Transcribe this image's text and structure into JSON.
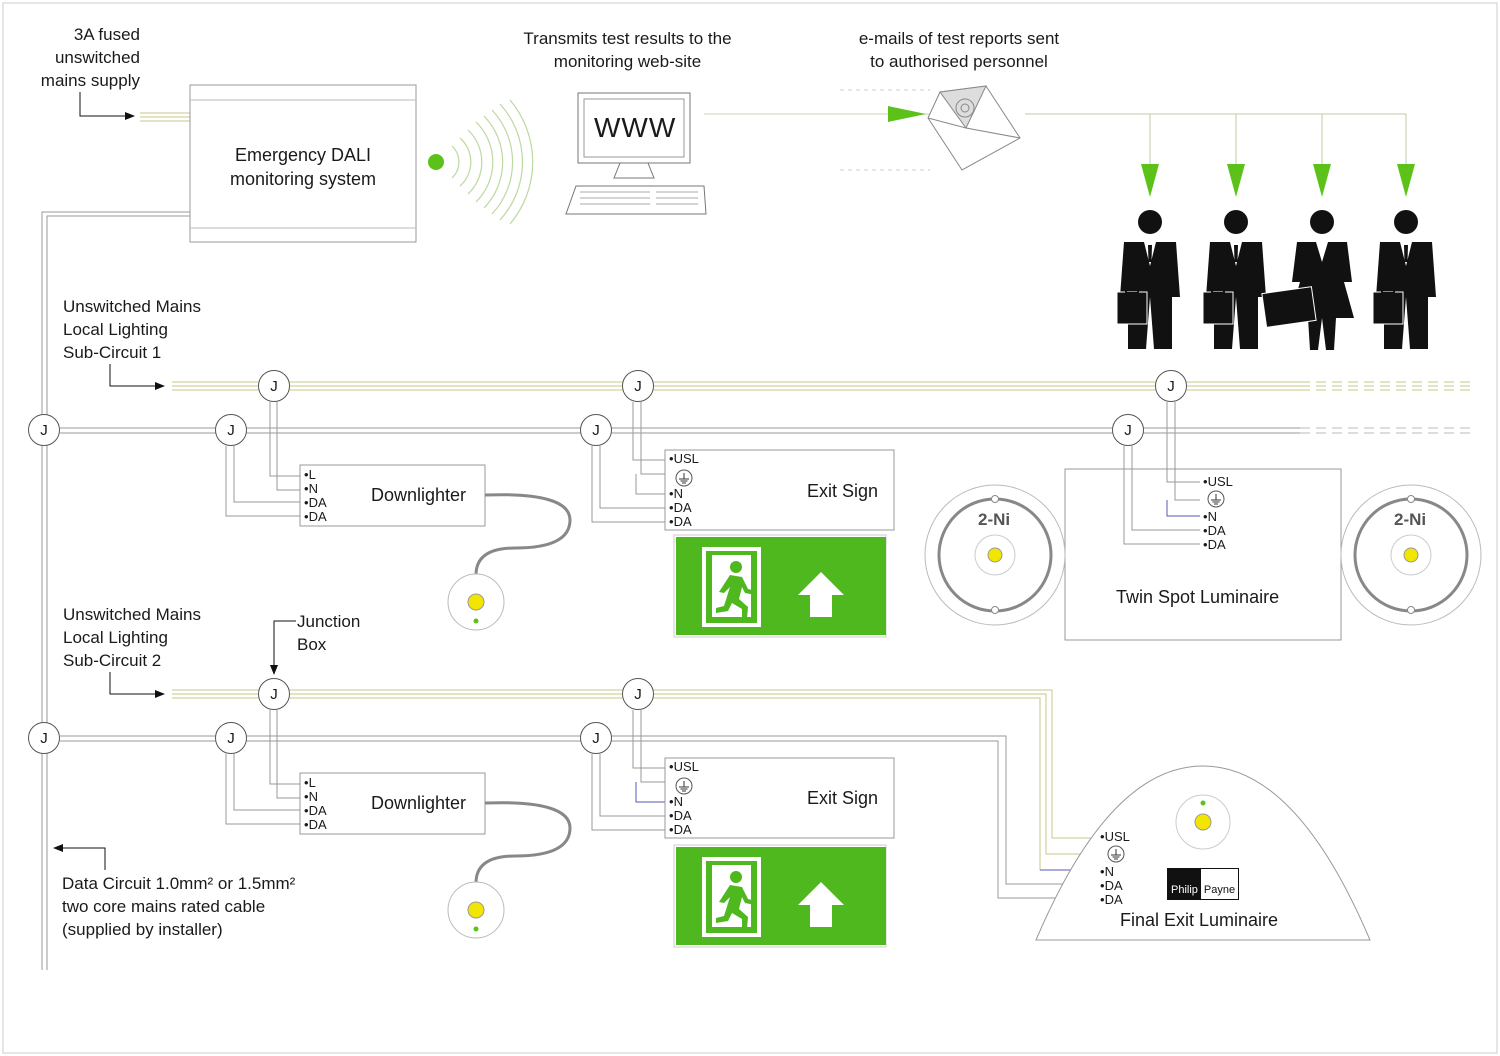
{
  "header": {
    "supply_lines": [
      "3A fused",
      "unswitched",
      "mains supply"
    ],
    "transmit_lines": [
      "Transmits test results to the",
      "monitoring web-site"
    ],
    "email_lines": [
      "e-mails of test reports sent",
      "to authorised personnel"
    ]
  },
  "system_box": {
    "lines": [
      "Emergency DALI",
      "monitoring system"
    ]
  },
  "computer": {
    "label": "WWW"
  },
  "circuit1": {
    "lines": [
      "Unswitched Mains",
      "Local Lighting",
      "Sub-Circuit 1"
    ]
  },
  "circuit2": {
    "lines": [
      "Unswitched Mains",
      "Local Lighting",
      "Sub-Circuit 2"
    ]
  },
  "junction_callout": {
    "lines": [
      "Junction",
      "Box"
    ]
  },
  "junction_label": "J",
  "data_cable": {
    "lines": [
      "Data Circuit 1.0mm² or 1.5mm²",
      "two core mains rated cable",
      "(supplied by installer)"
    ]
  },
  "devices": {
    "downlighter": "Downlighter",
    "exit_sign": "Exit Sign",
    "twin_spot": "Twin Spot Luminaire",
    "final_exit": "Final Exit Luminaire",
    "battery_badge": "2-Ni"
  },
  "terminals": {
    "downlighter": [
      "L",
      "N",
      "DA",
      "DA"
    ],
    "exit_sign": [
      "USL",
      "N",
      "DA",
      "DA"
    ],
    "twin_spot": [
      "USL",
      "N",
      "DA",
      "DA"
    ],
    "final_exit": [
      "USL",
      "N",
      "DA",
      "DA"
    ]
  },
  "brand": {
    "left": "Philip",
    "right": "Payne"
  },
  "icons": [
    "signal-dot-icon",
    "computer-icon",
    "email-envelope-icon",
    "person-with-briefcase-icon",
    "running-man-exit-icon",
    "up-arrow-icon",
    "earth-symbol-icon"
  ],
  "colors": {
    "accent_green": "#5cc21a",
    "sign_green": "#4fb81f",
    "lamp_yellow": "#f2e600",
    "data_wire": "#9a9a9a",
    "mains_wire": "#c9c98a",
    "neutral_wire": "#5a5ab5"
  }
}
